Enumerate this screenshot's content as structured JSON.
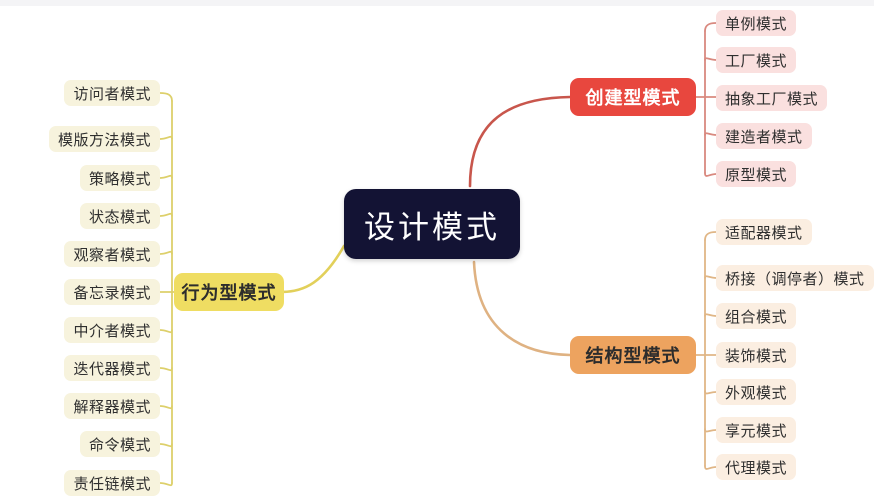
{
  "diagram": {
    "type": "mindmap",
    "title": "设计模式",
    "root": {
      "label": "设计模式",
      "color": "#131334",
      "text_color": "#ffffff"
    },
    "branches": [
      {
        "id": "creational",
        "label": "创建型模式",
        "color": "#e8473e",
        "text_color": "#ffffff",
        "side": "right",
        "leaf_color": "#fae0df",
        "children": [
          {
            "label": "单例模式"
          },
          {
            "label": "工厂模式"
          },
          {
            "label": "抽象工厂模式"
          },
          {
            "label": "建造者模式"
          },
          {
            "label": "原型模式"
          }
        ]
      },
      {
        "id": "structural",
        "label": "结构型模式",
        "color": "#eda35f",
        "text_color": "#2c2c2c",
        "side": "right",
        "leaf_color": "#fbeee1",
        "children": [
          {
            "label": "适配器模式"
          },
          {
            "label": "桥接（调停者）模式"
          },
          {
            "label": "组合模式"
          },
          {
            "label": "装饰模式"
          },
          {
            "label": "外观模式"
          },
          {
            "label": "享元模式"
          },
          {
            "label": "代理模式"
          }
        ]
      },
      {
        "id": "behavioral",
        "label": "行为型模式",
        "color": "#efdd62",
        "text_color": "#2c2c2c",
        "side": "left",
        "leaf_color": "#f7f3dd",
        "children": [
          {
            "label": "访问者模式"
          },
          {
            "label": "模版方法模式"
          },
          {
            "label": "策略模式"
          },
          {
            "label": "状态模式"
          },
          {
            "label": "观察者模式"
          },
          {
            "label": "备忘录模式"
          },
          {
            "label": "中介者模式"
          },
          {
            "label": "迭代器模式"
          },
          {
            "label": "解释器模式"
          },
          {
            "label": "命令模式"
          },
          {
            "label": "责任链模式"
          }
        ]
      }
    ]
  }
}
